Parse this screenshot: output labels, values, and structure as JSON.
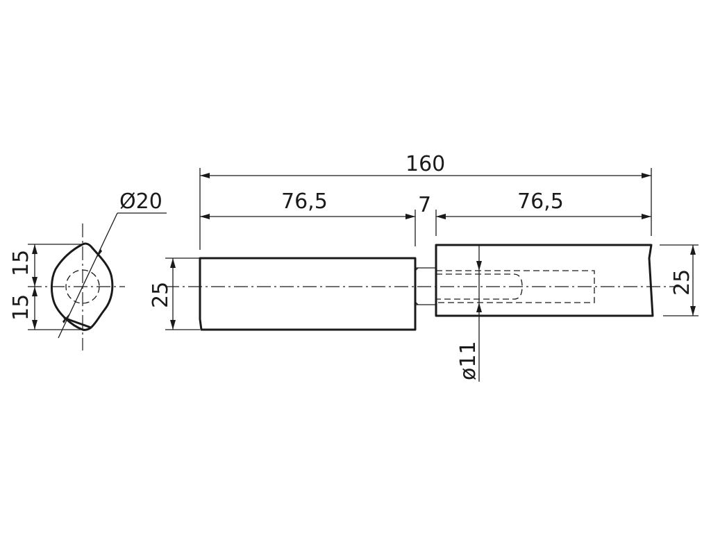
{
  "dimensions": {
    "total_length": "160",
    "left_length": "76,5",
    "gap": "7",
    "right_length": "76,5",
    "left_diameter": "25",
    "right_diameter": "25",
    "pin_diameter": "ø11",
    "end_view_diameter": "Ø20",
    "end_view_upper": "15",
    "end_view_lower": "15"
  }
}
